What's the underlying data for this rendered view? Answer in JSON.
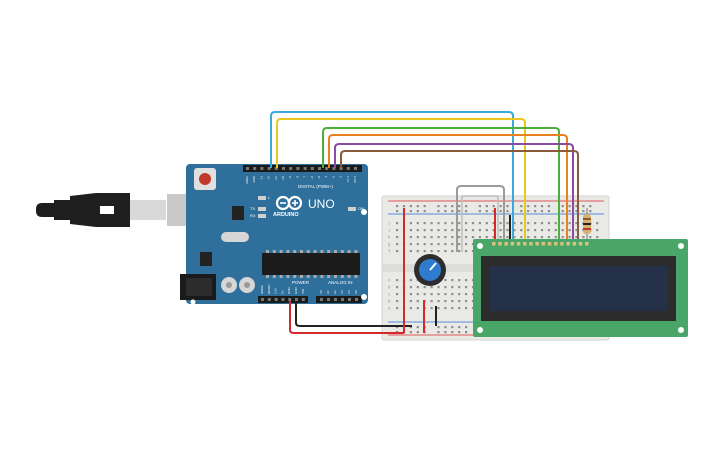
{
  "arduino": {
    "brand": "ARDUINO",
    "model": "UNO",
    "digital_header": "DIGITAL (PWM~)",
    "power_header": "POWER",
    "analog_header": "ANALOG IN",
    "tx_label": "TX",
    "rx_label": "RX",
    "l_label": "L",
    "on_label": "ON",
    "digital_pins": [
      "AREF",
      "GND",
      "13",
      "12",
      "~11",
      "~10",
      "~9",
      "8",
      "7",
      "~6",
      "~5",
      "4",
      "~3",
      "2",
      "TX 1",
      "RX 0"
    ],
    "power_pins": [
      "IOREF",
      "RESET",
      "3.3V",
      "5V",
      "GND",
      "GND",
      "VIN"
    ],
    "analog_pins": [
      "A0",
      "A1",
      "A2",
      "A3",
      "A4",
      "A5"
    ]
  },
  "breadboard": {
    "row_letters_top": [
      "j",
      "i",
      "h",
      "g",
      "f"
    ],
    "row_letters_bottom": [
      "e",
      "d",
      "c",
      "b",
      "a"
    ]
  },
  "colors": {
    "board": "#2f6f9c",
    "breadboard": "#e9e9e6",
    "lcd_pcb": "#4aa568",
    "lcd_screen": "#253049",
    "wire_blue": "#3aa8d8",
    "wire_yellow": "#e8c81d",
    "wire_green": "#4caf3c",
    "wire_orange": "#e8821e",
    "wire_purple": "#8b4aa3",
    "wire_brown": "#8a5a3a",
    "wire_red": "#d62828",
    "wire_black": "#222222"
  },
  "icons": [
    "usb-cable-icon",
    "potentiometer-icon",
    "resistor-icon",
    "arduino-infinity-logo-icon"
  ]
}
